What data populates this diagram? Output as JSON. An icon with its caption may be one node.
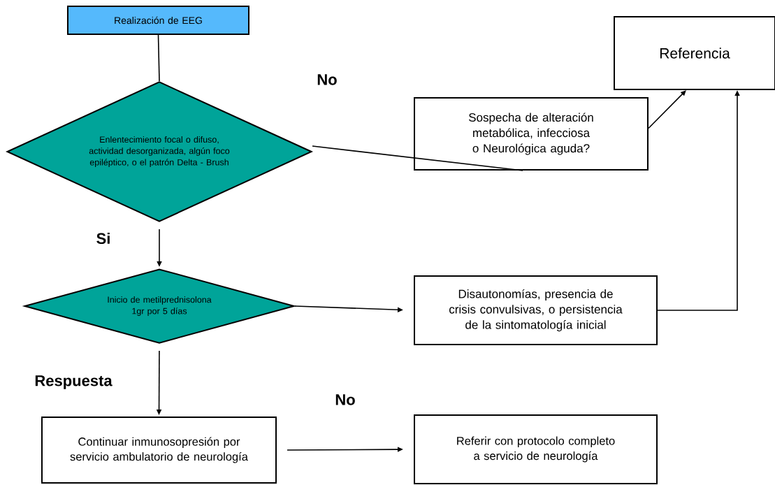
{
  "diagram": {
    "nodes": [
      {
        "text": [
          "Realización de EEG"
        ]
      },
      {
        "text": [
          "Enlentecimiento focal o difuso, actividad desorganizada, algún foco epiléptico, o el patrón Delta - Brush"
        ]
      },
      {
        "text": [
          "Sospecha de alteración metabólica, infecciosa o Neurológica aguda?"
        ]
      },
      {
        "text": [
          "Referencia"
        ]
      },
      {
        "text": [
          "Inicio de metilprednisolona 1gr por 5 días"
        ]
      },
      {
        "text": [
          "Disautonomías, presencia de crisis convulsivas, o persistencia de la sintomatología inicial"
        ]
      },
      {
        "text": [
          "Continuar inmunosopresión por servicio ambulatorio de neurología"
        ]
      },
      {
        "text": [
          "Referir con protocolo completo a servicio de neurología"
        ]
      }
    ],
    "edges": [
      {
        "from": 0,
        "to": 1,
        "arrow": "none"
      },
      {
        "from": 1,
        "to": 2,
        "arrow": "none",
        "label": "No"
      },
      {
        "from": 2,
        "to": 3,
        "arrow": "to"
      },
      {
        "from": 1,
        "to": 4,
        "arrow": "to",
        "label": "Si"
      },
      {
        "from": 4,
        "to": 5,
        "arrow": "to"
      },
      {
        "from": 5,
        "to": 3,
        "arrow": "to"
      },
      {
        "from": 4,
        "to": 6,
        "arrow": "to",
        "label": "Respuesta"
      },
      {
        "from": 6,
        "to": 7,
        "arrow": "to",
        "label": "No"
      }
    ]
  }
}
